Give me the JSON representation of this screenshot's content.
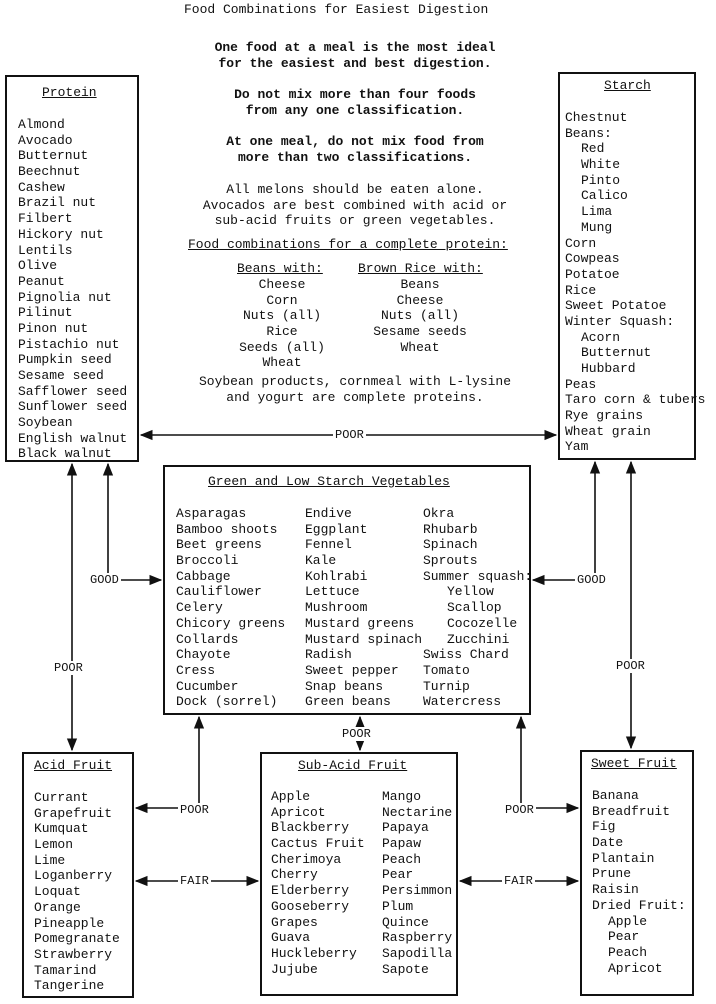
{
  "title": "Food Combinations for Easiest Digestion",
  "notes": {
    "line1": "One food at a meal is the most ideal",
    "line2": "for the easiest and best digestion.",
    "line3": "Do not mix more than four foods",
    "line4": "from any one classification.",
    "line5": "At one meal, do not mix food from",
    "line6": "more than two classifications.",
    "line7": "All melons should be eaten alone.",
    "line8": "Avocados are best combined with acid or",
    "line9": "sub-acid fruits or green vegetables.",
    "complete_protein_heading": "Food combinations for a complete protein:",
    "beans_with_heading": "Beans with:",
    "beans_with": [
      "Cheese",
      "Corn",
      "Nuts (all)",
      "Rice",
      "Seeds (all)",
      "Wheat"
    ],
    "brown_rice_heading": "Brown Rice with:",
    "brown_rice_with": [
      "Beans",
      "Cheese",
      "Nuts (all)",
      "Sesame seeds",
      "Wheat"
    ],
    "soy1": "Soybean products, cornmeal with L-lysine",
    "soy2": "and yogurt are complete proteins."
  },
  "protein": {
    "heading": "Protein",
    "items": [
      "Almond",
      "Avocado",
      "Butternut",
      "Beechnut",
      "Cashew",
      "Brazil nut",
      "Filbert",
      "Hickory nut",
      "Lentils",
      "Olive",
      "Peanut",
      "Pignolia nut",
      "Pilinut",
      "Pinon nut",
      "Pistachio nut",
      "Pumpkin seed",
      "Sesame seed",
      "Safflower seed",
      "Sunflower seed",
      "Soybean",
      "English walnut",
      "Black walnut"
    ]
  },
  "starch": {
    "heading": "Starch",
    "items": [
      {
        "text": "Chestnut",
        "level": 0
      },
      {
        "text": "Beans:",
        "level": 0
      },
      {
        "text": "Red",
        "level": 1
      },
      {
        "text": "White",
        "level": 1
      },
      {
        "text": "Pinto",
        "level": 1
      },
      {
        "text": "Calico",
        "level": 1
      },
      {
        "text": "Lima",
        "level": 1
      },
      {
        "text": "Mung",
        "level": 1
      },
      {
        "text": "Corn",
        "level": 0
      },
      {
        "text": "Cowpeas",
        "level": 0
      },
      {
        "text": "Potatoe",
        "level": 0
      },
      {
        "text": "Rice",
        "level": 0
      },
      {
        "text": "Sweet Potatoe",
        "level": 0
      },
      {
        "text": "Winter Squash:",
        "level": 0
      },
      {
        "text": "Acorn",
        "level": 1
      },
      {
        "text": "Butternut",
        "level": 1
      },
      {
        "text": "Hubbard",
        "level": 1
      },
      {
        "text": "Peas",
        "level": 0
      },
      {
        "text": "Taro corn & tubers",
        "level": 0
      },
      {
        "text": "Rye grains",
        "level": 0
      },
      {
        "text": "Wheat grain",
        "level": 0
      },
      {
        "text": "Yam",
        "level": 0
      }
    ]
  },
  "vegetables": {
    "heading": "Green and Low Starch Vegetables",
    "col1": [
      "Asparagas",
      "Bamboo shoots",
      "Beet greens",
      "Broccoli",
      "Cabbage",
      "Cauliflower",
      "Celery",
      "Chicory greens",
      "Collards",
      "Chayote",
      "Cress",
      "Cucumber",
      "Dock (sorrel)"
    ],
    "col2": [
      "Endive",
      "Eggplant",
      "Fennel",
      "Kale",
      "Kohlrabi",
      "Lettuce",
      "Mushroom",
      "Mustard greens",
      "Mustard spinach",
      "Radish",
      "Sweet pepper",
      "Snap beans",
      "Green beans"
    ],
    "col3": [
      {
        "text": "Okra",
        "level": 0
      },
      {
        "text": "Rhubarb",
        "level": 0
      },
      {
        "text": "Spinach",
        "level": 0
      },
      {
        "text": "Sprouts",
        "level": 0
      },
      {
        "text": "Summer squash:",
        "level": 0
      },
      {
        "text": "Yellow",
        "level": 1
      },
      {
        "text": "Scallop",
        "level": 1
      },
      {
        "text": "Cocozelle",
        "level": 1
      },
      {
        "text": "Zucchini",
        "level": 1
      },
      {
        "text": "Swiss Chard",
        "level": 0
      },
      {
        "text": "Tomato",
        "level": 0
      },
      {
        "text": "Turnip",
        "level": 0
      },
      {
        "text": "Watercress",
        "level": 0
      }
    ]
  },
  "acid_fruit": {
    "heading": "Acid Fruit",
    "items": [
      "Currant",
      "Grapefruit",
      "Kumquat",
      "Lemon",
      "Lime",
      "Loganberry",
      "Loquat",
      "Orange",
      "Pineapple",
      "Pomegranate",
      "Strawberry",
      "Tamarind",
      "Tangerine"
    ]
  },
  "sub_acid_fruit": {
    "heading": "Sub-Acid Fruit",
    "col1": [
      "Apple",
      "Apricot",
      "Blackberry",
      "Cactus Fruit",
      "Cherimoya",
      "Cherry",
      "Elderberry",
      "Gooseberry",
      "Grapes",
      "Guava",
      "Huckleberry",
      "Jujube"
    ],
    "col2": [
      "Mango",
      "Nectarine",
      "Papaya",
      "Papaw",
      "Peach",
      "Pear",
      "Persimmon",
      "Plum",
      "Quince",
      "Raspberry",
      "Sapodilla",
      "Sapote"
    ]
  },
  "sweet_fruit": {
    "heading": "Sweet Fruit",
    "items": [
      {
        "text": "Banana",
        "level": 0
      },
      {
        "text": "Breadfruit",
        "level": 0
      },
      {
        "text": "Fig",
        "level": 0
      },
      {
        "text": "Date",
        "level": 0
      },
      {
        "text": "Plantain",
        "level": 0
      },
      {
        "text": "Prune",
        "level": 0
      },
      {
        "text": "Raisin",
        "level": 0
      },
      {
        "text": "Dried Fruit:",
        "level": 0
      },
      {
        "text": "Apple",
        "level": 1
      },
      {
        "text": "Pear",
        "level": 1
      },
      {
        "text": "Peach",
        "level": 1
      },
      {
        "text": "Apricot",
        "level": 1
      }
    ]
  },
  "labels": {
    "poor": "POOR",
    "good": "GOOD",
    "fair": "FAIR"
  }
}
